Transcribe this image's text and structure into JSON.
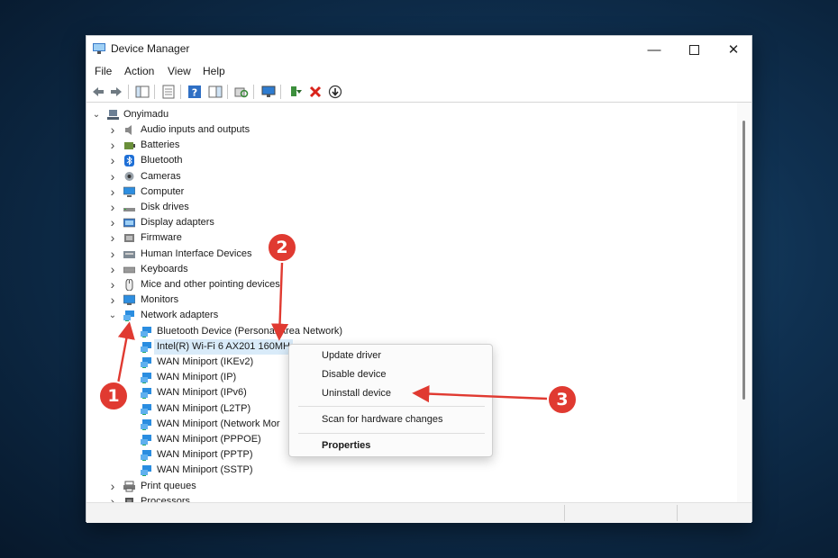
{
  "window": {
    "title": "Device Manager"
  },
  "menu": [
    "File",
    "Action",
    "View",
    "Help"
  ],
  "tree": {
    "root": "Onyimadu",
    "categories": [
      {
        "label": "Audio inputs and outputs",
        "icon": "speaker-icon"
      },
      {
        "label": "Batteries",
        "icon": "battery-icon"
      },
      {
        "label": "Bluetooth",
        "icon": "bluetooth-icon"
      },
      {
        "label": "Cameras",
        "icon": "camera-icon"
      },
      {
        "label": "Computer",
        "icon": "computer-icon"
      },
      {
        "label": "Disk drives",
        "icon": "disk-icon"
      },
      {
        "label": "Display adapters",
        "icon": "display-adapter-icon"
      },
      {
        "label": "Firmware",
        "icon": "firmware-icon"
      },
      {
        "label": "Human Interface Devices",
        "icon": "hid-icon"
      },
      {
        "label": "Keyboards",
        "icon": "keyboard-icon"
      },
      {
        "label": "Mice and other pointing devices",
        "icon": "mouse-icon"
      },
      {
        "label": "Monitors",
        "icon": "monitor-icon"
      },
      {
        "label": "Network adapters",
        "icon": "network-adapter-icon"
      }
    ],
    "network_adapters": [
      "Bluetooth Device (Personal Area Network)",
      "Intel(R) Wi-Fi 6 AX201 160MH",
      "WAN Miniport (IKEv2)",
      "WAN Miniport (IP)",
      "WAN Miniport (IPv6)",
      "WAN Miniport (L2TP)",
      "WAN Miniport (Network Mor",
      "WAN Miniport (PPPOE)",
      "WAN Miniport (PPTP)",
      "WAN Miniport (SSTP)"
    ],
    "after": [
      {
        "label": "Print queues",
        "icon": "printer-icon"
      },
      {
        "label": "Processors",
        "icon": "processor-icon"
      }
    ]
  },
  "context_menu": {
    "update": "Update driver",
    "disable": "Disable device",
    "uninstall": "Uninstall device",
    "scan": "Scan for hardware changes",
    "properties": "Properties"
  },
  "annotations": [
    "1",
    "2",
    "3"
  ],
  "colors": {
    "annotation_red": "#e03a31",
    "selection": "#d9ebf9",
    "adapter_blue": "#1e7bd6"
  }
}
